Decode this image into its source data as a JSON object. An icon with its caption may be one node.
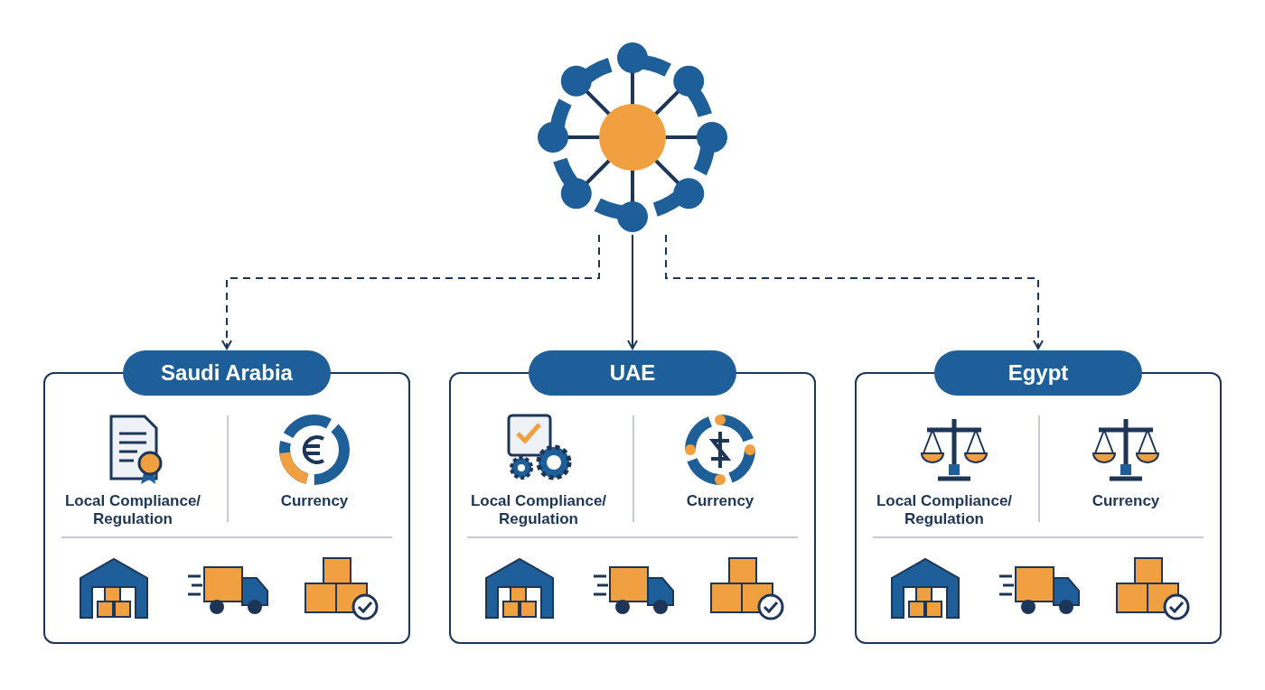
{
  "diagram": {
    "nodes": [
      {
        "text": [],
        "shape": "picture"
      },
      {
        "text": [
          "Saudi Arabia"
        ]
      },
      {
        "text": [
          "UAE"
        ]
      },
      {
        "text": [
          "Egypt"
        ]
      }
    ],
    "edges": [
      {
        "from": 0,
        "to": 1,
        "arrow": "to",
        "style": "dashed"
      },
      {
        "from": 0,
        "to": 2,
        "arrow": "to"
      },
      {
        "from": 0,
        "to": 3,
        "arrow": "to",
        "style": "dashed"
      }
    ],
    "labels": [
      "Local Compliance/ Regulation",
      "Currency",
      "Local Compliance/ Regulation",
      "Currency",
      "Local Compliance/ Regulation",
      "Currency"
    ]
  }
}
